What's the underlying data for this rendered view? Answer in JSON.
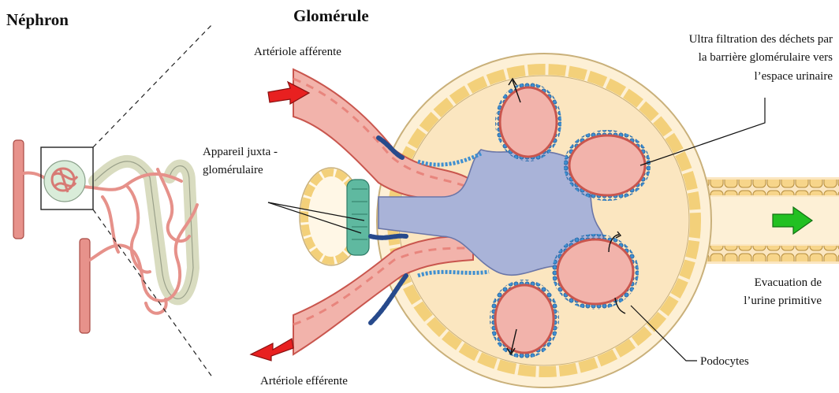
{
  "titles": {
    "nephron": "Néphron",
    "glomerule": "Glomérule"
  },
  "labels": {
    "afferent": "Artériole afférente",
    "efferent": "Artériole efférente",
    "juxta_line1": "Appareil juxta -",
    "juxta_line2": "glomérulaire",
    "ultra_line1": "Ultra filtration  des déchets par",
    "ultra_line2": "la barrière glomérulaire vers",
    "ultra_line3": "l’espace urinaire",
    "evac_line1": "Evacuation de",
    "evac_line2": "l’urine primitive",
    "podocytes": "Podocytes"
  },
  "colors": {
    "arteriole": "#f2b3ab",
    "arteriole_edge": "#c9564e",
    "capsule": "#fbe6c0",
    "capsule_edge": "#c9b07a",
    "mesangium": "#a9b3d8",
    "podocyte": "#5aa9e0",
    "juxta_cells": "#5fb9a0",
    "arrow_in": "#e82020",
    "arrow_out": "#22c022"
  }
}
